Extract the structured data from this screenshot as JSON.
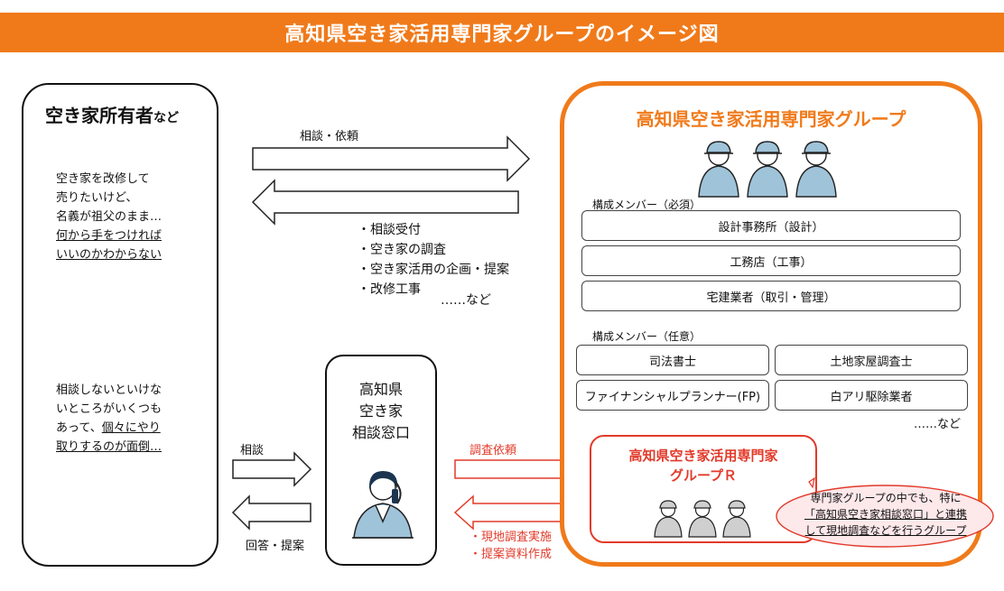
{
  "title": "高知県空き家活用専門家グループのイメージ図",
  "owner": {
    "title_main": "空き家所有者",
    "title_suffix": "など",
    "bubble1": [
      "空き家を改修して",
      "売りたいけど、",
      "名義が祖父のまま…",
      "何から手をつければ",
      "いいのかわからない"
    ],
    "bubble2": [
      "相談しないといけな",
      "いところがいくつも",
      "あって、",
      "個々にやり",
      "取りするのが面倒…"
    ]
  },
  "arrows": {
    "consult_request": "相談・依頼",
    "consult": "相談",
    "answer": "回答・提案",
    "survey_request": "調査依頼"
  },
  "services": [
    "・相談受付",
    "・空き家の調査",
    "・空き家活用の企画・提案",
    "・改修工事"
  ],
  "services_etc": "……など",
  "window": [
    "高知県",
    "空き家",
    "相談窓口"
  ],
  "group": {
    "title": "高知県空き家活用専門家グループ",
    "required_heading": "構成メンバー（必須）",
    "required": [
      "設計事務所（設計）",
      "工務店（工事）",
      "宅建業者（取引・管理）"
    ],
    "optional_heading": "構成メンバー（任意）",
    "optional": [
      "司法書士",
      "土地家屋調査士",
      "ファイナンシャルプランナー(FP)",
      "白アリ駆除業者"
    ],
    "optional_etc": "……など"
  },
  "group_r": {
    "title_line1": "高知県空き家活用専門家",
    "title_line2": "グループＲ",
    "outputs": [
      "・現地調査実施",
      "・提案資料作成"
    ]
  },
  "callout": {
    "line1": "専門家グループの中でも、特に",
    "line2_u": "「高知県空き家相談窓口」",
    "line2_rest": "と連携",
    "line3": "して現地調査などを行うグループ"
  },
  "colors": {
    "orange": "#f07a1a",
    "red": "#e23a2a",
    "worker_blue": "#9fc3d9"
  }
}
